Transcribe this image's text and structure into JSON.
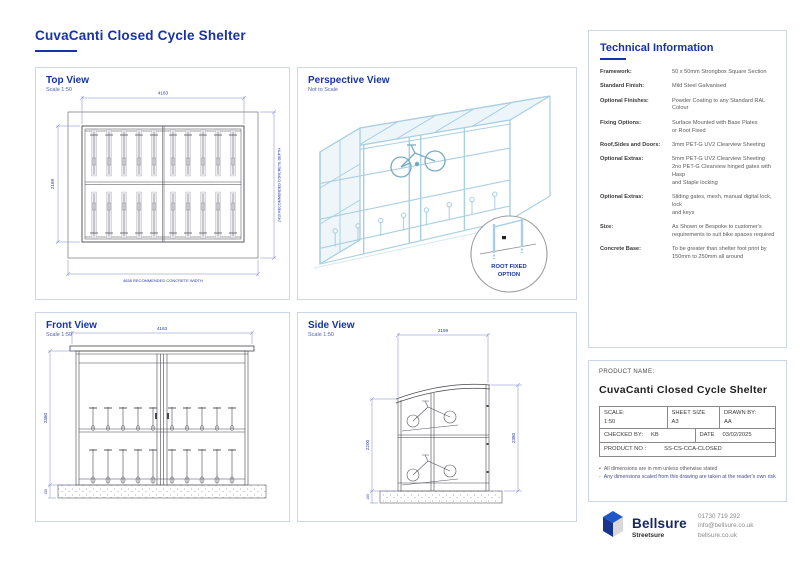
{
  "page": {
    "title": "CuvaCanti Closed Cycle Shelter"
  },
  "panels": {
    "top_view": {
      "title": "Top View",
      "scale": "Scale 1:50",
      "dims": {
        "width": "4163",
        "depth": "2169",
        "concrete_depth": "2419 RECOMMENDED CONCRETE DEPTH",
        "concrete_width": "4638 RECOMMENDED CONCRETE WIDTH"
      }
    },
    "perspective_view": {
      "title": "Perspective View",
      "scale": "Not to Scale",
      "callout": {
        "line1": "ROOT FIXED",
        "line2": "OPTION"
      }
    },
    "front_view": {
      "title": "Front View",
      "scale": "Scale 1:50",
      "dims": {
        "width": "4163",
        "height": "2380",
        "base": "150"
      }
    },
    "side_view": {
      "title": "Side View",
      "scale": "Scale 1:50",
      "dims": {
        "depth": "2169",
        "front_height": "2200",
        "rear_height": "2380",
        "base": "150"
      }
    }
  },
  "technical_info": {
    "title": "Technical Information",
    "rows": [
      {
        "label": "Framework:",
        "value": "50 x 50mm Strongbox Square Section"
      },
      {
        "label": "Standard Finish:",
        "value": "Mild Steel Galvanised"
      },
      {
        "label": "Optional Finishes:",
        "value": "Powder Coating to any Standard RAL Colour"
      },
      {
        "label": "Fixing Options:",
        "value": "Surface Mounted with Base Plates\nor Root Fixed"
      },
      {
        "label": "Roof,Sides and Doors:",
        "value": "3mm PET-G UV2 Clearview Sheeting"
      },
      {
        "label": "Optional Extras:",
        "value": "5mm PET-G UV2 Clearview Sheeting\n2no PET-G Clearview hinged gates with Hasp\nand Staple locking"
      },
      {
        "label": "Optional Extras:",
        "value": "Sliding gates, mesh, manual digital lock, lock\nand keys"
      },
      {
        "label": "Size:",
        "value": "As Shown or Bespoke to customer's\nrequirements to suit bike spaces required"
      },
      {
        "label": "Concrete Base:",
        "value": "To be greater than shelter foot print by\n150mm to 250mm all around"
      }
    ]
  },
  "product_block": {
    "name_label": "PRODUCT NAME:",
    "name": "CuvaCanti Closed Cycle Shelter",
    "table": {
      "scale_label": "SCALE:",
      "scale": "1:50",
      "sheet_label": "SHEET SIZE",
      "sheet": "A3",
      "drawn_label": "DRAWN BY:",
      "drawn": "AA",
      "checked_label": "CHECKED BY:",
      "checked": "KB",
      "date_label": "DATE",
      "date": "03/02/2025",
      "product_no_label": "PRODUCT NO :",
      "product_no": "SS-CS-CCA-CLOSED"
    },
    "notes": [
      "All dimensions are in mm unless otherwise stated",
      "Any dimensions scaled from this drawing are taken at the reader's own risk"
    ]
  },
  "footer": {
    "brand": "Bellsure",
    "sub_brand": "Streetsure",
    "phone": "01730 719 292",
    "email": "info@bellsure.co.uk",
    "website": "bellsure.co.uk"
  },
  "colors": {
    "accent": "#1733a5",
    "drawing_line": "#4b4b57",
    "perspective_line": "#a9cfe2"
  }
}
